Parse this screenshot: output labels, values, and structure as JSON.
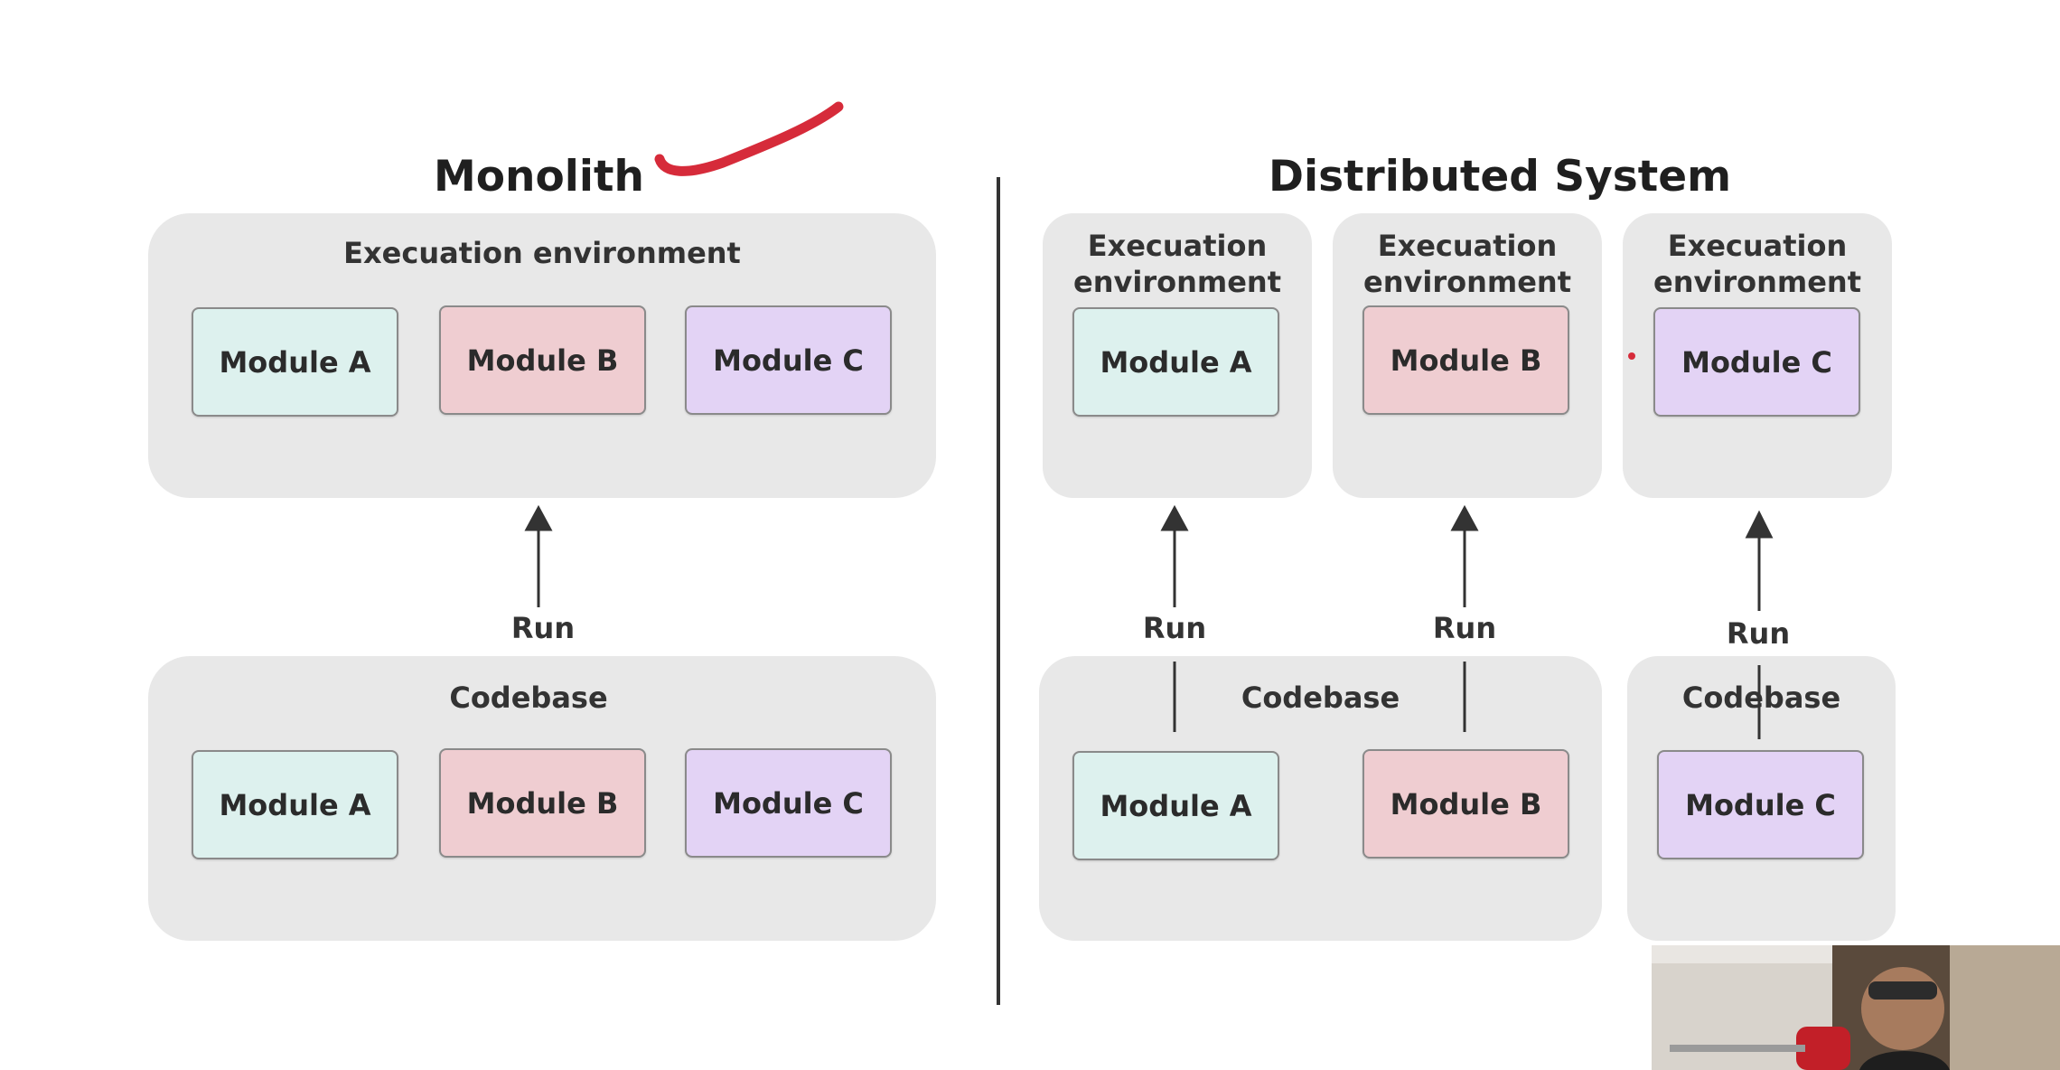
{
  "monolith": {
    "title": "Monolith",
    "exec_env": {
      "label": "Execuation environment",
      "modules": [
        "Module A",
        "Module B",
        "Module C"
      ]
    },
    "run_label": "Run",
    "codebase": {
      "label": "Codebase",
      "modules": [
        "Module A",
        "Module B",
        "Module C"
      ]
    }
  },
  "distributed": {
    "title": "Distributed System",
    "exec_envs": [
      {
        "label_line1": "Execuation",
        "label_line2": "environment",
        "module": "Module A"
      },
      {
        "label_line1": "Execuation",
        "label_line2": "environment",
        "module": "Module B"
      },
      {
        "label_line1": "Execuation",
        "label_line2": "environment",
        "module": "Module C"
      }
    ],
    "run_labels": [
      "Run",
      "Run",
      "Run"
    ],
    "codebases": [
      {
        "label": "Codebase",
        "modules": [
          "Module A",
          "Module B"
        ]
      },
      {
        "label": "Codebase",
        "modules": [
          "Module C"
        ]
      }
    ]
  },
  "colors": {
    "module_a": "#ddf1ee",
    "module_b": "#efcdd1",
    "module_c": "#e3d3f5",
    "panel": "#e8e8e8",
    "annotation": "#d62b3a"
  }
}
